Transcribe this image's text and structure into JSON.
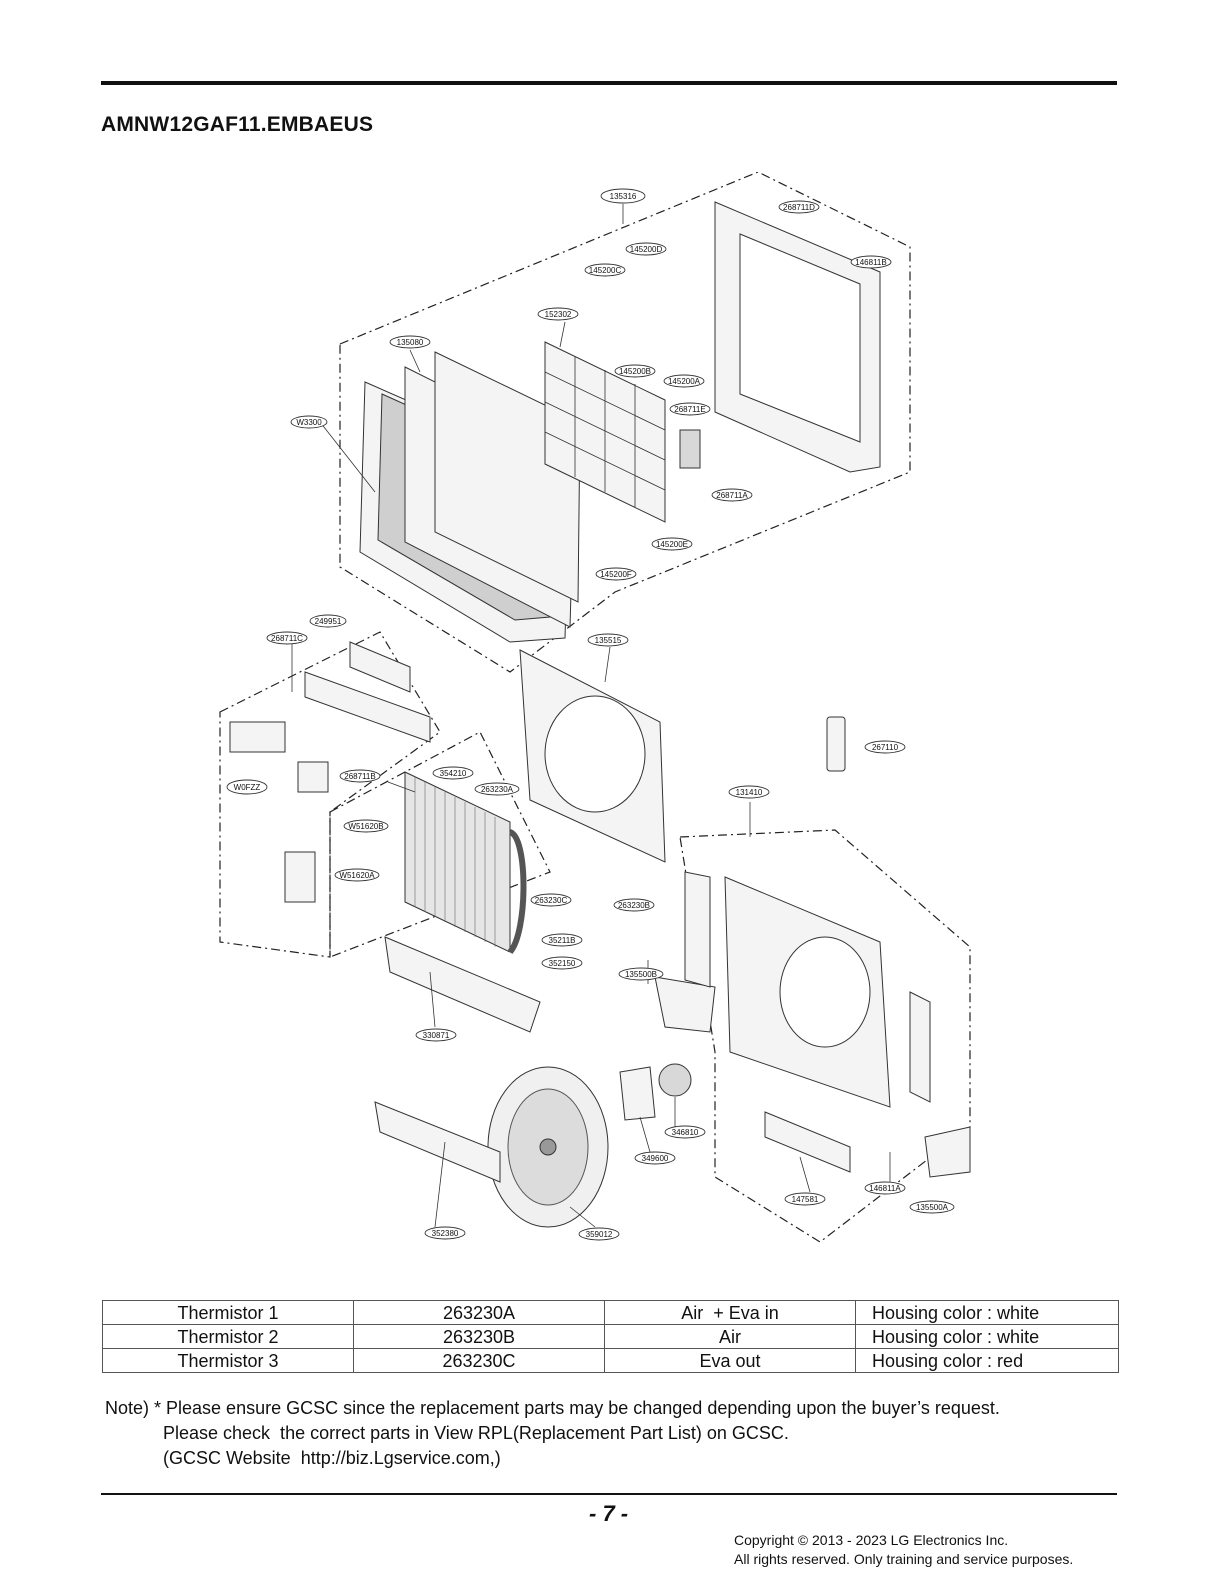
{
  "header": {
    "model": "AMNW12GAF11.EMBAEUS"
  },
  "diagram": {
    "callouts": [
      "135316",
      "268711D",
      "145200D",
      "146811B",
      "145200C",
      "152302",
      "135080",
      "145200B",
      "145200A",
      "268711E",
      "W3300",
      "268711A",
      "145200E",
      "145200F",
      "249951",
      "268711C",
      "135515",
      "267110",
      "268711B",
      "354210",
      "263230A",
      "W0FZZ",
      "131410",
      "W51620B",
      "W51620A",
      "263230C",
      "263230B",
      "35211B",
      "352150",
      "135500B",
      "330871",
      "346810",
      "349600",
      "147581",
      "146811A",
      "135500A",
      "352380",
      "359012"
    ]
  },
  "table": {
    "rows": [
      [
        "Thermistor 1",
        "263230A",
        "Air  + Eva in",
        "Housing color : white"
      ],
      [
        "Thermistor 2",
        "263230B",
        "Air",
        "Housing color : white"
      ],
      [
        "Thermistor 3",
        "263230C",
        "Eva out",
        "Housing color : red"
      ]
    ]
  },
  "note": {
    "line1": "Note) * Please ensure GCSC since the replacement parts may be changed depending upon the buyer’s request.",
    "line2": "Please check  the correct parts in View RPL(Replacement Part List) on GCSC.",
    "line3": "(GCSC Website  http://biz.Lgservice.com,)"
  },
  "footer": {
    "page": "- 7 -",
    "copyright1": "Copyright © 2013 - 2023 LG Electronics Inc.",
    "copyright2": "All rights reserved. Only training and service purposes."
  }
}
